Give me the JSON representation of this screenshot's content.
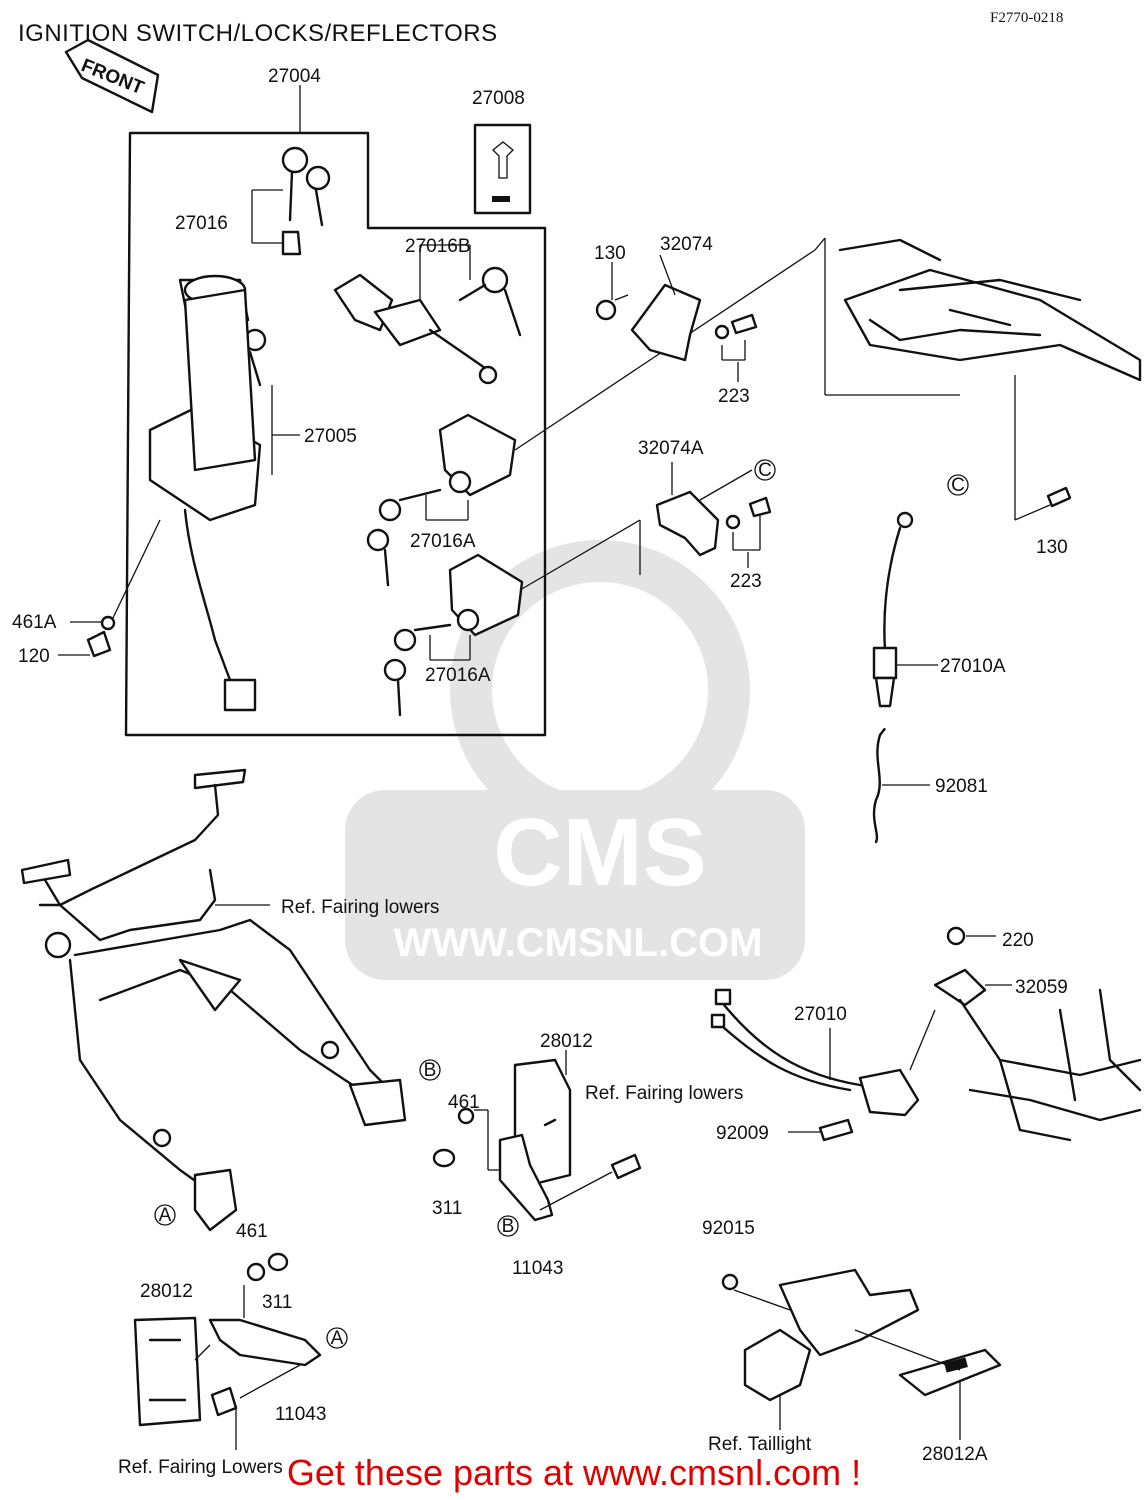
{
  "header": {
    "title": "IGNITION SWITCH/LOCKS/REFLECTORS",
    "code": "F2770-0218",
    "front_tag": "FRONT"
  },
  "watermark": {
    "brand": "CMS",
    "url": "WWW.CMSNL.COM"
  },
  "labels": {
    "p27004": "27004",
    "p27008": "27008",
    "p27016": "27016",
    "p27016B": "27016B",
    "p27005": "27005",
    "p27016A_1": "27016A",
    "p27016A_2": "27016A",
    "p461A": "461A",
    "p120": "120",
    "p130_1": "130",
    "p32074": "32074",
    "p223_1": "223",
    "p32074A": "32074A",
    "p223_2": "223",
    "p130_2": "130",
    "p27010A": "27010A",
    "p92081": "92081",
    "ref_fairing_1": "Ref. Fairing lowers",
    "p220": "220",
    "p32059": "32059",
    "p27010": "27010",
    "p92009": "92009",
    "p28012_1": "28012",
    "ref_fairing_2": "Ref.  Fairing lowers",
    "p461_1": "461",
    "p311_1": "311",
    "p11043_1": "11043",
    "p461_2": "461",
    "p311_2": "311",
    "p28012_2": "28012",
    "p11043_2": "11043",
    "ref_fairing_3": "Ref. Fairing  Lowers",
    "p92015": "92015",
    "ref_taillight": "Ref. Taillight",
    "p28012A": "28012A",
    "ref_A_1": "A",
    "ref_A_2": "A",
    "ref_B_1": "B",
    "ref_B_2": "B",
    "ref_C_1": "C",
    "ref_C_2": "C"
  },
  "footer": {
    "cta": "Get these parts at www.cmsnl.com !"
  },
  "colors": {
    "footer_text": "#e00000",
    "line_art": "#111111",
    "watermark": "#e4e4e4"
  }
}
